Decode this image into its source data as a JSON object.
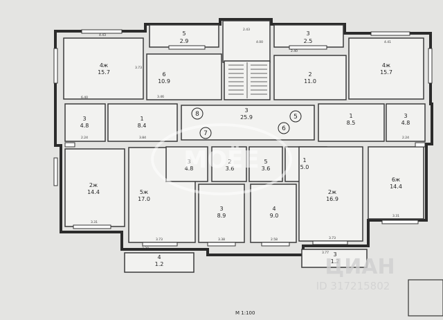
{
  "plan": {
    "scale": "М 1:100",
    "watermark_brand": "МОЁЕ",
    "watermark_site": "ЦИАН",
    "watermark_id": "ID 317215802",
    "shaft_label": "4.00",
    "markers": [
      "8",
      "5",
      "7",
      "6"
    ],
    "rooms": [
      {
        "num": "5",
        "area": "2.9"
      },
      {
        "num": "3",
        "area": "2.5"
      },
      {
        "num": "4ж",
        "area": "15.7"
      },
      {
        "num": "6",
        "area": "10.9"
      },
      {
        "num": "2",
        "area": "11.0"
      },
      {
        "num": "4ж",
        "area": "15.7"
      },
      {
        "num": "3",
        "area": "4.8"
      },
      {
        "num": "1",
        "area": "8.4"
      },
      {
        "num": "3",
        "area": "25.9"
      },
      {
        "num": "1",
        "area": "8.5"
      },
      {
        "num": "3",
        "area": "4.8"
      },
      {
        "num": "2ж",
        "area": "14.4"
      },
      {
        "num": "5ж",
        "area": "17.0"
      },
      {
        "num": "3",
        "area": "4.8"
      },
      {
        "num": "2",
        "area": "3.6"
      },
      {
        "num": "5",
        "area": "3.6"
      },
      {
        "num": "1",
        "area": "5.0"
      },
      {
        "num": "2ж",
        "area": "16.9"
      },
      {
        "num": "6ж",
        "area": "14.4"
      },
      {
        "num": "3",
        "area": "8.9"
      },
      {
        "num": "4",
        "area": "9.0"
      },
      {
        "num": "4",
        "area": "1.2"
      },
      {
        "num": "3",
        "area": "1.2"
      }
    ],
    "dims": [
      "4.43",
      "6.40",
      "2.43",
      "3.73",
      "3.46",
      "2.40",
      "4.41",
      "3.31",
      "3.31",
      "2.24",
      "2.24",
      "3.38",
      "2.58",
      "3.73",
      "3.73",
      "3.77",
      "3.84",
      "3.28"
    ]
  }
}
